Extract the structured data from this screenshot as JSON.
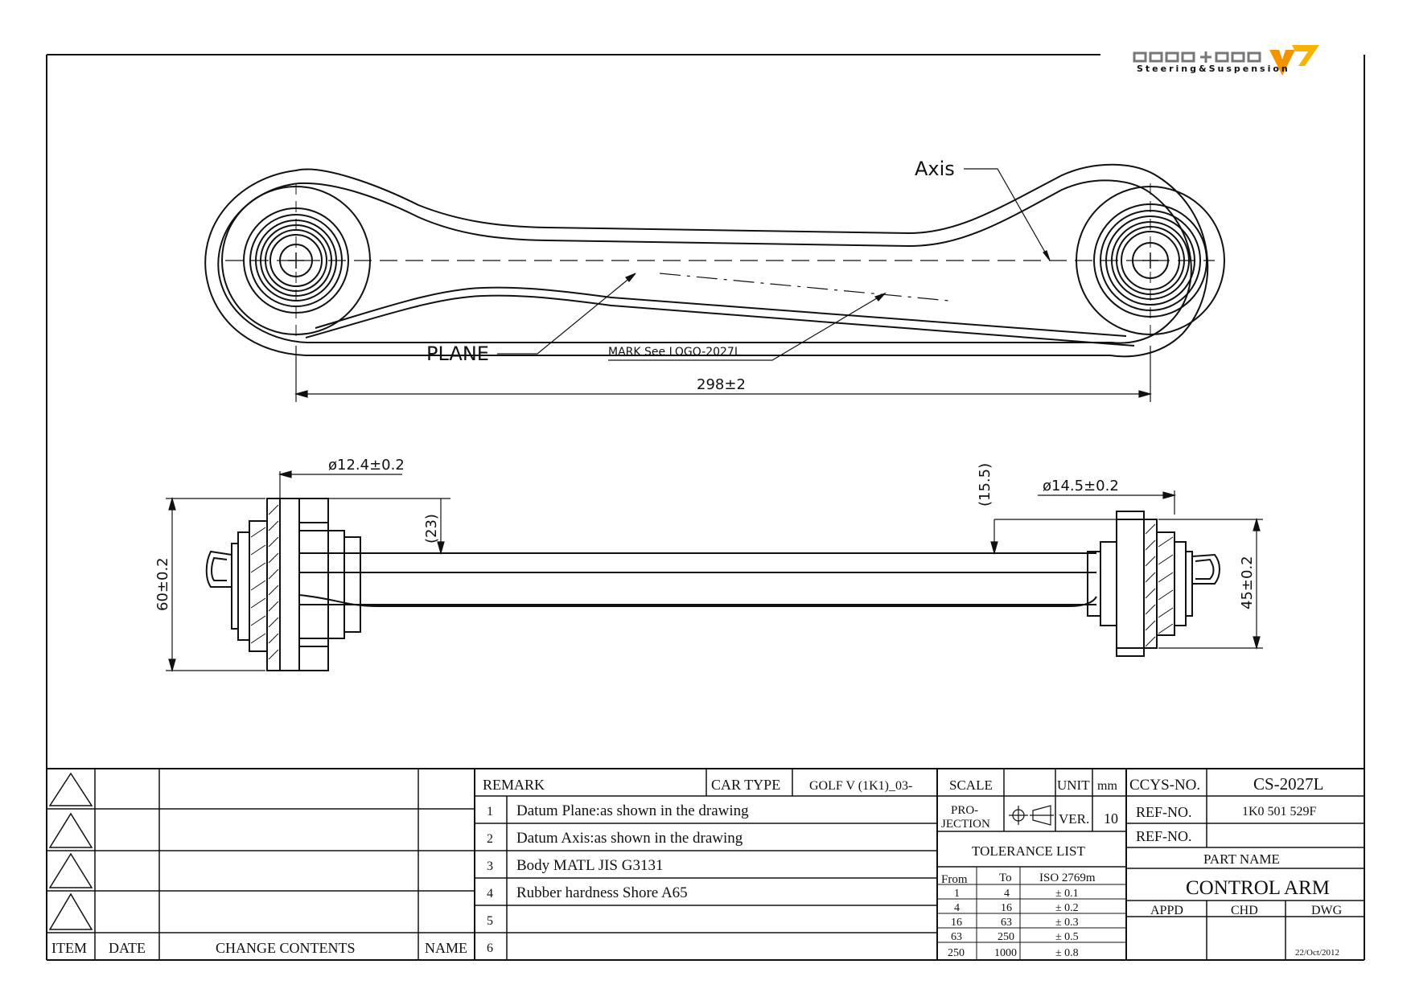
{
  "logo": {
    "brand": "CCYS+CTC",
    "tagline": "Steering&Suspension"
  },
  "callouts": {
    "axis": "Axis",
    "plane": "PLANE",
    "mark": "MARK See LOGO-2027L"
  },
  "dimensions": {
    "length": "298±2",
    "left_dia": "ø12.4±0.2",
    "right_dia": "ø14.5±0.2",
    "left_offset": "(23)",
    "right_offset": "(15.5)",
    "left_height": "60±0.2",
    "right_height": "45±0.2"
  },
  "revision_table": {
    "headers": {
      "item": "ITEM",
      "date": "DATE",
      "change": "CHANGE CONTENTS",
      "name": "NAME"
    }
  },
  "remarks": {
    "title": "REMARK",
    "car_type_label": "CAR TYPE",
    "car_type_value": "GOLF V (1K1)_03-",
    "rows": [
      {
        "num": "1",
        "text": "Datum Plane:as shown in the drawing"
      },
      {
        "num": "2",
        "text": "Datum Axis:as shown in the drawing"
      },
      {
        "num": "3",
        "text": "Body MATL JIS G3131"
      },
      {
        "num": "4",
        "text": "Rubber hardness Shore A65"
      },
      {
        "num": "5",
        "text": ""
      },
      {
        "num": "6",
        "text": ""
      }
    ]
  },
  "info": {
    "scale_label": "SCALE",
    "scale_value": "",
    "unit_label": "UNIT",
    "unit_value": "mm",
    "projection_label_1": "PRO-",
    "projection_label_2": "JECTION",
    "ver_label": "VER.",
    "ver_value": "10",
    "tolerance_title": "TOLERANCE LIST",
    "tolerance_headers": {
      "from": "From",
      "to": "To",
      "std": "ISO 2769m"
    },
    "tolerance_rows": [
      {
        "from": "1",
        "to": "4",
        "tol": "± 0.1"
      },
      {
        "from": "4",
        "to": "16",
        "tol": "± 0.2"
      },
      {
        "from": "16",
        "to": "63",
        "tol": "± 0.3"
      },
      {
        "from": "63",
        "to": "250",
        "tol": "± 0.5"
      },
      {
        "from": "250",
        "to": "1000",
        "tol": "± 0.8"
      }
    ]
  },
  "title_block": {
    "ccys_label": "CCYS-NO.",
    "ccys_value": "CS-2027L",
    "ref_label": "REF-NO.",
    "ref_value": "1K0 501 529F",
    "ref2_label": "REF-NO.",
    "ref2_value": "",
    "part_name_label": "PART NAME",
    "part_name_value": "CONTROL ARM",
    "appd_label": "APPD",
    "chd_label": "CHD",
    "dwg_label": "DWG",
    "date": "22/Oct/2012"
  }
}
